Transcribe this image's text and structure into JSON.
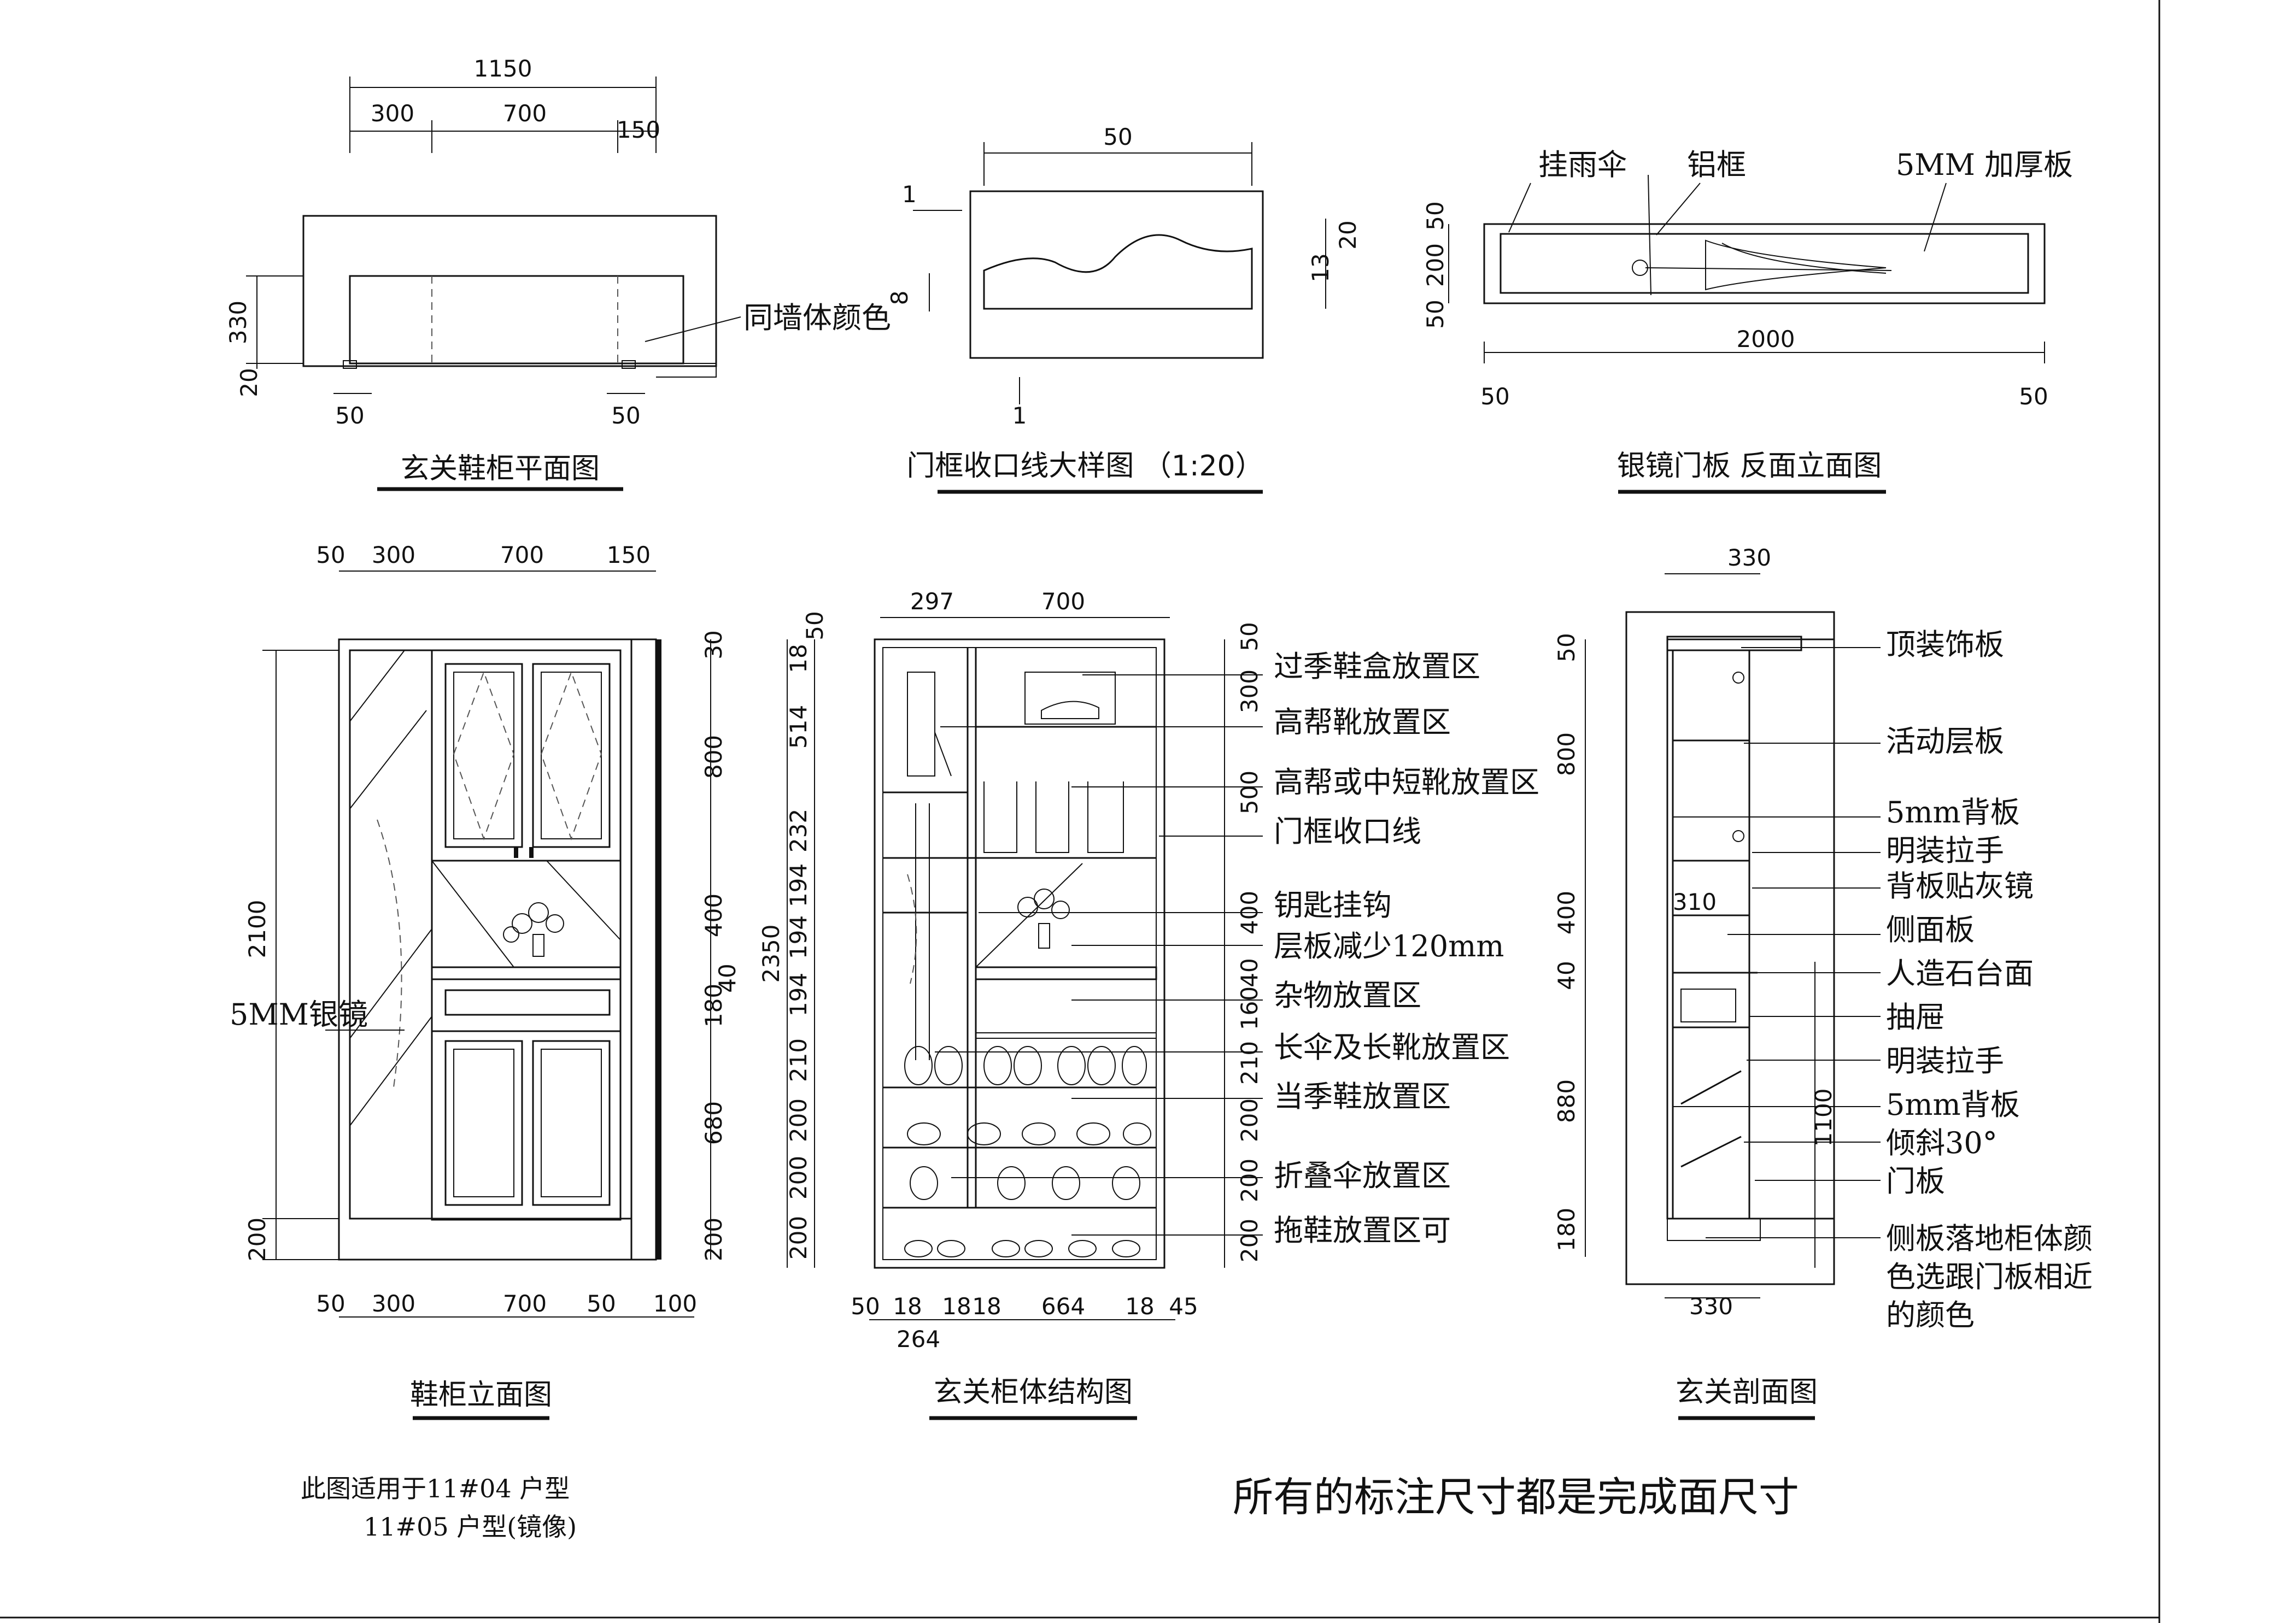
{
  "views": {
    "plan": {
      "title": "玄关鞋柜平面图",
      "dims": {
        "total": "1150",
        "a": "300",
        "b": "700",
        "c": "150",
        "depth": "330",
        "foot": "20",
        "l": "50",
        "r": "50"
      },
      "callout": "同墙体颜色"
    },
    "detail": {
      "title": "门框收口线大样图 （1:20）",
      "dims": {
        "width": "50",
        "top": "1",
        "left": "8",
        "right_a": "20",
        "right_b": "13",
        "bottom": "1"
      }
    },
    "mirror_back": {
      "title": "银镜门板 反面立面图",
      "callouts": {
        "umbrella": "挂雨伞",
        "frame": "铝框",
        "board": "5MM 加厚板"
      },
      "dims": {
        "width": "2000",
        "top": "50",
        "mid": "200",
        "bot": "50",
        "left": "50",
        "right": "50"
      }
    },
    "elevation": {
      "title": "鞋柜立面图",
      "top_dims": [
        "50",
        "300",
        "700",
        "150"
      ],
      "bottom_dims": [
        "50",
        "300",
        "700",
        "50",
        "100"
      ],
      "left_dims": {
        "total": "2100",
        "bottom": "200"
      },
      "right_dims": [
        "30",
        "800",
        "400",
        "40",
        "180",
        "680",
        "200"
      ],
      "callout": "5MM银镜"
    },
    "structure": {
      "title": "玄关柜体结构图",
      "top_dims": [
        "297",
        "700"
      ],
      "left_dims": {
        "total": "2350",
        "d1": "18",
        "d2": "50",
        "d3": "514",
        "d4": "232",
        "d5": "194",
        "d6": "194",
        "d7": "194",
        "d8": "210",
        "d9": "200",
        "d10": "200",
        "d11": "200"
      },
      "right_dims": [
        "50",
        "300",
        "500",
        "400",
        "40",
        "160",
        "210",
        "200",
        "200",
        "200"
      ],
      "bottom_dims": [
        "50",
        "18",
        "18",
        "18",
        "664",
        "18",
        "45",
        "264"
      ],
      "callouts": [
        "过季鞋盒放置区",
        "高帮靴放置区",
        "高帮或中短靴放置区",
        "门框收口线",
        "钥匙挂钩",
        "层板减少120mm",
        "杂物放置区",
        "长伞及长靴放置区",
        "当季鞋放置区",
        "折叠伞放置区",
        "拖鞋放置区可"
      ]
    },
    "section": {
      "title": "玄关剖面图",
      "dims": {
        "top": "330",
        "bottom": "330",
        "inner": "310",
        "h1": "50",
        "h2": "800",
        "h3": "400",
        "h4": "40",
        "h5": "880",
        "h6": "180",
        "h7": "1100"
      },
      "callouts": [
        "顶装饰板",
        "活动层板",
        "5mm背板",
        "明装拉手",
        "背板贴灰镜",
        "侧面板",
        "人造石台面",
        "抽屉",
        "明装拉手",
        "5mm背板",
        "倾斜30°",
        "门板",
        "侧板落地柜体颜",
        "色选跟门板相近",
        "的颜色"
      ]
    }
  },
  "notes": {
    "applies_line1": "此图适用于11#04 户型",
    "applies_line2": "11#05 户型(镜像)",
    "main_note": "所有的标注尺寸都是完成面尺寸"
  }
}
